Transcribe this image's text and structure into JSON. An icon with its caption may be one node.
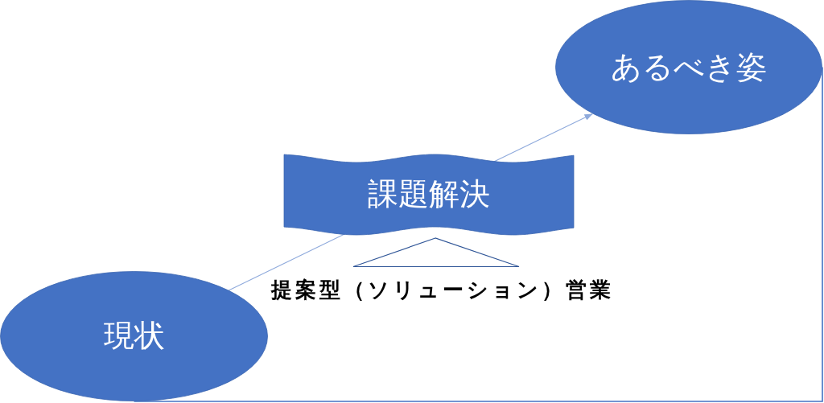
{
  "diagram": {
    "nodes": [
      {
        "text": [
          "現状"
        ]
      },
      {
        "text": [
          "課題解決"
        ]
      },
      {
        "text": [
          "あるべき姿"
        ]
      }
    ],
    "edges": [
      {
        "from": 0,
        "to": 1,
        "arrow": "none",
        "color": "#8faadc"
      },
      {
        "from": 1,
        "to": 2,
        "arrow": "to",
        "color": "#8faadc"
      },
      {
        "from": 0,
        "to": 2,
        "arrow": "none",
        "color": "#4472c4"
      }
    ],
    "labels": [
      "提案型（ソリューション）営業"
    ]
  }
}
